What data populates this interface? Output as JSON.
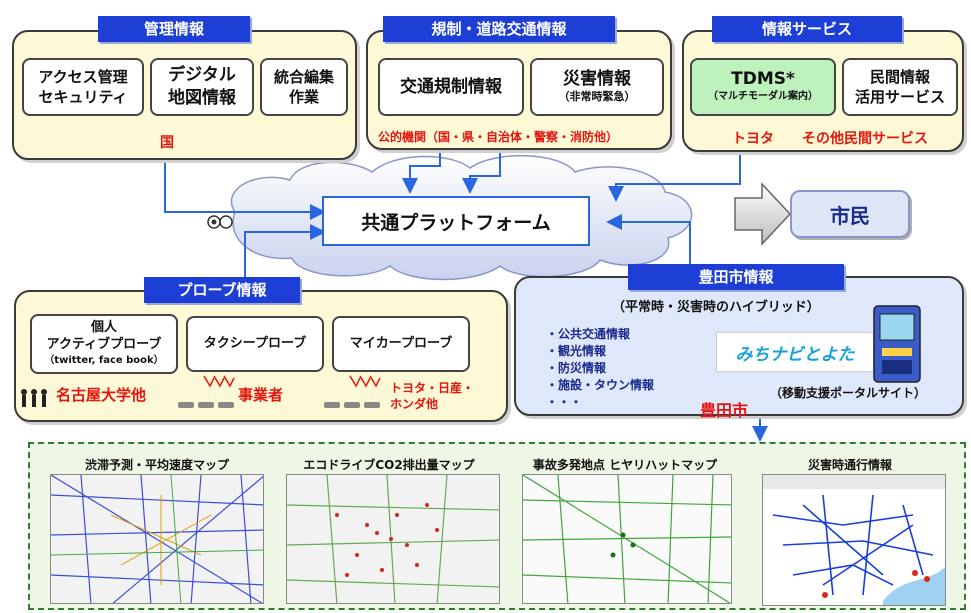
{
  "admin": {
    "header": "管理情報",
    "items": [
      "アクセス管理\nセキュリティ",
      "デジタル\n地図情報",
      "統合編集\n作業"
    ],
    "owner": "国"
  },
  "traffic": {
    "header": "規制・道路交通情報",
    "items": [
      {
        "main": "交通規制情報",
        "sub": ""
      },
      {
        "main": "災害情報",
        "sub": "（非常時緊急）"
      }
    ],
    "owner": "公的機関（国・県・自治体・警察・消防他）"
  },
  "service": {
    "header": "情報サービス",
    "items": [
      {
        "main": "TDMS*",
        "sub": "（マルチモーダル案内）"
      },
      {
        "main": "民間情報\n活用サービス",
        "sub": ""
      }
    ],
    "owner_left": "トヨタ",
    "owner_right": "その他民間サービス"
  },
  "platform": {
    "label": "共通プラットフォーム"
  },
  "citizen": {
    "label": "市民"
  },
  "probe": {
    "header": "プローブ情報",
    "items": [
      {
        "main": "個人\nアクティブプローブ",
        "sub": "（twitter, face book）"
      },
      {
        "main": "タクシープローブ",
        "sub": ""
      },
      {
        "main": "マイカープローブ",
        "sub": ""
      }
    ],
    "owners": [
      "名古屋大学他",
      "事業者",
      "トヨタ・日産・\nホンダ他"
    ]
  },
  "toyota": {
    "header": "豊田市情報",
    "subtitle": "（平常時・災害時のハイブリッド）",
    "list": [
      "・公共交通情報",
      "・観光情報",
      "・防災情報",
      "・施設・タウン情報",
      "・・・"
    ],
    "portal_logo": "みちナビとよた",
    "portal_caption": "（移動支援ポータルサイト）",
    "owner": "豊田市"
  },
  "maps": [
    {
      "title": "渋滞予測・平均速度マップ"
    },
    {
      "title": "エコドライブCO2排出量マップ"
    },
    {
      "title": "事故多発地点 ヒヤリハットマップ"
    },
    {
      "title": "災害時通行情報"
    }
  ],
  "colors": {
    "header_blue": "#1e3fd6",
    "panel_fill": "#fdf8d6",
    "accent_red": "#e4160f",
    "arrow_blue": "#2a66e0"
  }
}
